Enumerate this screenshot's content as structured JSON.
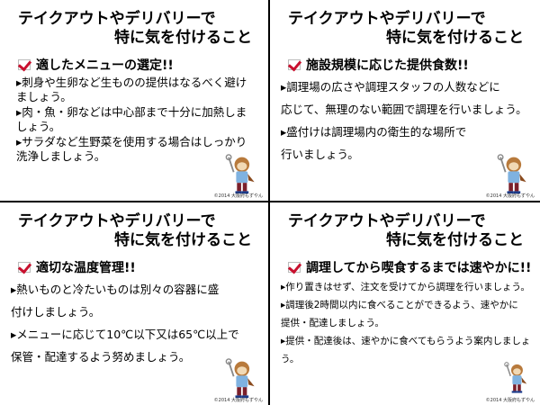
{
  "slides": [
    {
      "title1": "テイクアウトやデリバリーで",
      "title2": "特に気を付けること",
      "heading": "適したメニューの選定!!",
      "bullets": [
        "▸刺身や生卵など生ものの提供はなるべく避けましょう。",
        "▸肉・魚・卵などは中心部まで十分に加熱しましょう。",
        "▸サラダなど生野菜を使用する場合はしっかり洗浄しましょう。"
      ],
      "copyright": "©2014 大阪府もずやん"
    },
    {
      "title1": "テイクアウトやデリバリーで",
      "title2": "特に気を付けること",
      "heading": "施設規模に応じた提供食数!!",
      "bullets": [
        "▸調理場の広さや調理スタッフの人数などに",
        "応じて、無理のない範囲で調理を行いましょう。",
        "▸盛付けは調理場内の衛生的な場所で",
        "行いましょう。"
      ],
      "copyright": "©2014 大阪府もずやん"
    },
    {
      "title1": "テイクアウトやデリバリーで",
      "title2": "特に気を付けること",
      "heading": "適切な温度管理!!",
      "bullets": [
        "▸熱いものと冷たいものは別々の容器に盛",
        "付けしましょう。",
        "▸メニューに応じて10℃以下又は65℃以上で",
        "保管・配達するよう努めましょう。"
      ],
      "copyright": "©2014 大阪府もずやん"
    },
    {
      "title1": "テイクアウトやデリバリーで",
      "title2": "特に気を付けること",
      "heading": "調理してから喫食するまでは速やかに!!",
      "bullets": [
        "▸作り置きはせず、注文を受けてから調理を行いましょう。",
        "▸調理後2時間以内に食べることができるよう、速やかに",
        "提供・配達しましょう。",
        "▸提供・配達後は、速やかに食べてもらうよう案内しましょ",
        "う。"
      ],
      "copyright": "©2014 大阪府もずやん"
    }
  ],
  "colors": {
    "check": "#c8102e"
  }
}
